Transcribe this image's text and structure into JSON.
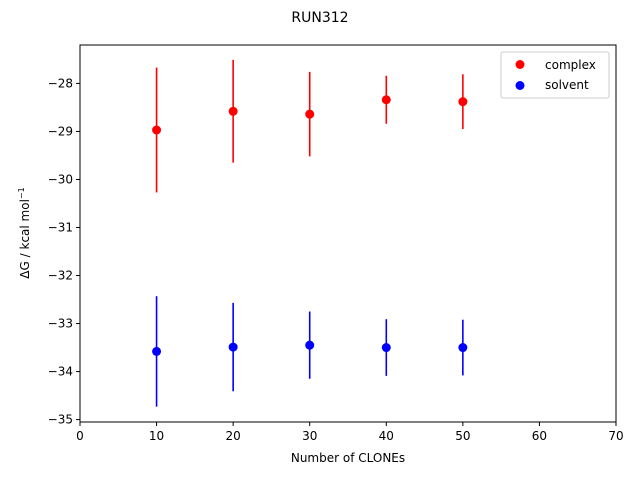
{
  "chart_data": {
    "type": "scatter",
    "title": "RUN312",
    "xlabel": "Number of CLONEs",
    "ylabel_main": "ΔG / kcal mol",
    "ylabel_sup": "−1",
    "xlim": [
      0,
      70
    ],
    "ylim": [
      -35.05,
      -27.2
    ],
    "xticks": [
      0,
      10,
      20,
      30,
      40,
      50,
      60,
      70
    ],
    "xtick_labels": [
      "0",
      "10",
      "20",
      "30",
      "40",
      "50",
      "60",
      "70"
    ],
    "yticks": [
      -35,
      -34,
      -33,
      -32,
      -31,
      -30,
      -29,
      -28
    ],
    "ytick_labels": [
      "−35",
      "−34",
      "−33",
      "−32",
      "−31",
      "−30",
      "−29",
      "−28"
    ],
    "grid": false,
    "legend_position": "top-right",
    "series": [
      {
        "name": "complex",
        "color": "#ff0000",
        "x": [
          10,
          20,
          30,
          40,
          50
        ],
        "y": [
          -28.97,
          -28.58,
          -28.64,
          -28.34,
          -28.38
        ],
        "yerr": [
          1.3,
          1.07,
          0.88,
          0.5,
          0.57
        ]
      },
      {
        "name": "solvent",
        "color": "#0000ff",
        "x": [
          10,
          20,
          30,
          40,
          50
        ],
        "y": [
          -33.58,
          -33.49,
          -33.45,
          -33.5,
          -33.5
        ],
        "yerr": [
          1.15,
          0.92,
          0.7,
          0.59,
          0.58
        ]
      }
    ]
  }
}
